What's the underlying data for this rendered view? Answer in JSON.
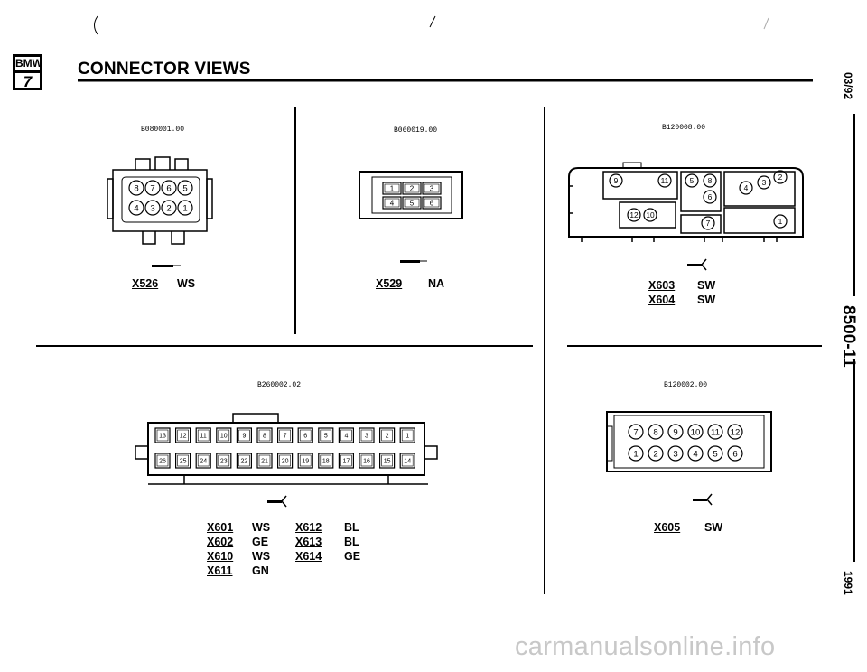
{
  "header": {
    "logo_top": "BMW",
    "logo_bottom": "7",
    "title": "CONNECTOR VIEWS"
  },
  "side_tab": {
    "date": "03/92",
    "section": "8500-11",
    "year": "1991"
  },
  "panels": [
    {
      "figure_id": "B080001.00",
      "pin_numbers_top": [
        "8",
        "7",
        "6",
        "5"
      ],
      "pin_numbers_bottom": [
        "4",
        "3",
        "2",
        "1"
      ],
      "connectors": [
        {
          "code": "X526",
          "color": "WS"
        }
      ]
    },
    {
      "figure_id": "B060019.00",
      "pin_numbers_top": [
        "1",
        "2",
        "3"
      ],
      "pin_numbers_bottom": [
        "4",
        "5",
        "6"
      ],
      "connectors": [
        {
          "code": "X529",
          "color": "NA"
        }
      ]
    },
    {
      "figure_id": "B120008.00",
      "pins": [
        "9",
        "11",
        "5",
        "8",
        "6",
        "4",
        "3",
        "2",
        "12",
        "10",
        "7",
        "1"
      ],
      "connectors": [
        {
          "code": "X603",
          "color": "SW"
        },
        {
          "code": "X604",
          "color": "SW"
        }
      ]
    },
    {
      "figure_id": "B260002.02",
      "pin_numbers_top": [
        "13",
        "12",
        "11",
        "10",
        "9",
        "8",
        "7",
        "6",
        "5",
        "4",
        "3",
        "2",
        "1"
      ],
      "pin_numbers_bottom": [
        "26",
        "25",
        "24",
        "23",
        "22",
        "21",
        "20",
        "19",
        "18",
        "17",
        "16",
        "15",
        "14"
      ],
      "connectors": [
        {
          "code": "X601",
          "color": "WS"
        },
        {
          "code": "X602",
          "color": "GE"
        },
        {
          "code": "X610",
          "color": "WS"
        },
        {
          "code": "X611",
          "color": "GN"
        },
        {
          "code": "X612",
          "color": "BL"
        },
        {
          "code": "X613",
          "color": "BL"
        },
        {
          "code": "X614",
          "color": "GE"
        }
      ]
    },
    {
      "figure_id": "B120002.00",
      "pin_numbers_top": [
        "7",
        "8",
        "9",
        "10",
        "11",
        "12"
      ],
      "pin_numbers_bottom": [
        "1",
        "2",
        "3",
        "4",
        "5",
        "6"
      ],
      "connectors": [
        {
          "code": "X605",
          "color": "SW"
        }
      ]
    }
  ],
  "watermark": "carmanualsonline.info"
}
